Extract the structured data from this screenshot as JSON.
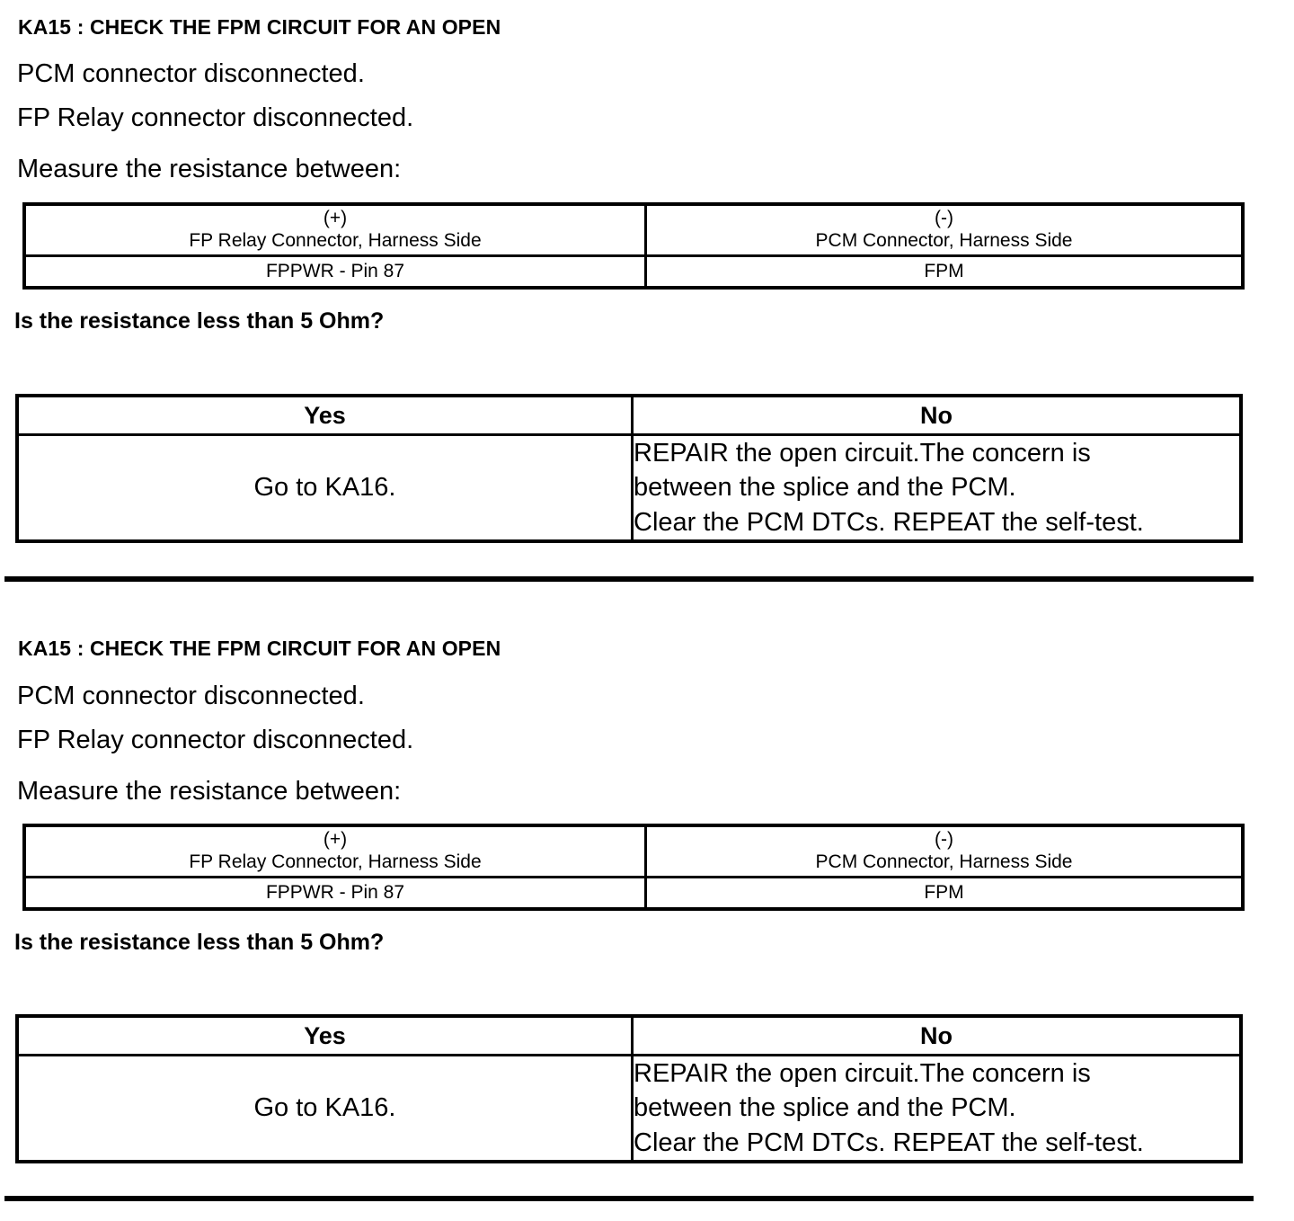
{
  "document": {
    "title": "KA15 : CHECK THE FPM CIRCUIT FOR AN OPEN"
  },
  "blocks": [
    {
      "step_title": "KA15 : CHECK THE FPM CIRCUIT FOR AN OPEN",
      "conditions": [
        "PCM connector disconnected.",
        "FP Relay connector disconnected.",
        "Measure the resistance between:"
      ],
      "measurement_table": {
        "positive": {
          "sign": "(+)",
          "connector": "FP Relay Connector, Harness Side",
          "pin": "FPPWR - Pin 87"
        },
        "negative": {
          "sign": "(-)",
          "connector": "PCM Connector, Harness Side",
          "pin": "FPM"
        }
      },
      "question": "Is the resistance less than 5 Ohm?",
      "answer_table": {
        "headers": {
          "yes": "Yes",
          "no": "No"
        },
        "yes_action": "Go to KA16.",
        "no_action_lines": [
          "REPAIR the open circuit.The concern is",
          "between the splice and the PCM.",
          "Clear the PCM DTCs. REPEAT the self-test."
        ]
      }
    },
    {
      "step_title": "KA15 : CHECK THE FPM CIRCUIT FOR AN OPEN",
      "conditions": [
        "PCM connector disconnected.",
        "FP Relay connector disconnected.",
        "Measure the resistance between:"
      ],
      "measurement_table": {
        "positive": {
          "sign": "(+)",
          "connector": "FP Relay Connector, Harness Side",
          "pin": "FPPWR - Pin 87"
        },
        "negative": {
          "sign": "(-)",
          "connector": "PCM Connector, Harness Side",
          "pin": "FPM"
        }
      },
      "question": "Is the resistance less than 5 Ohm?",
      "answer_table": {
        "headers": {
          "yes": "Yes",
          "no": "No"
        },
        "yes_action": "Go to KA16.",
        "no_action_lines": [
          "REPAIR the open circuit.The concern is",
          "between the splice and the PCM.",
          "Clear the PCM DTCs. REPEAT the self-test."
        ]
      }
    }
  ],
  "colors": {
    "ink": "#000000",
    "paper": "#ffffff"
  }
}
